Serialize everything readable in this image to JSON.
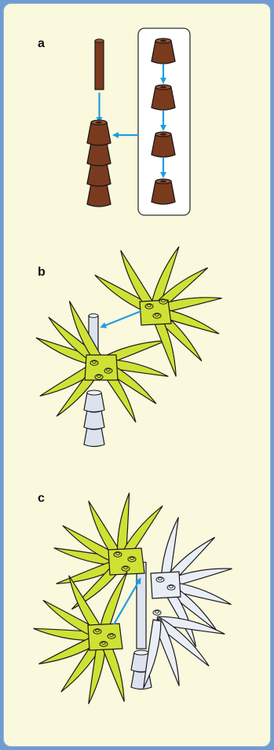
{
  "steps": [
    {
      "label": "a"
    },
    {
      "label": "b"
    },
    {
      "label": "c"
    }
  ],
  "colors": {
    "background": "#6f9dd0",
    "panel": "#faf8dd",
    "trunk_brown": "#7a3a1e",
    "leaf_green": "#cfe135",
    "leaf_white": "#e9eef6",
    "arrow_blue": "#1e9ee0",
    "outline": "#1a1a1a"
  }
}
